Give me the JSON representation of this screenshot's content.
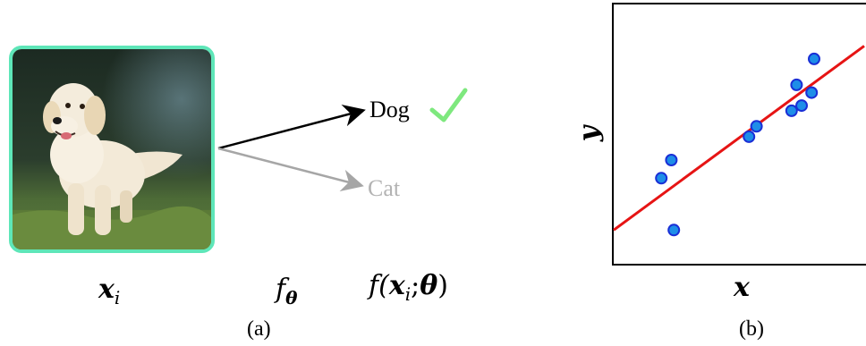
{
  "panel_a": {
    "input_symbol": {
      "base": "x",
      "sub": "i"
    },
    "function_symbol": {
      "base": "f",
      "sub": "θ"
    },
    "output_symbol": {
      "text_f": "f(",
      "x": "x",
      "sub": "i",
      "sep": ";",
      "theta": "θ",
      "close": ")"
    },
    "output_labels": [
      {
        "label": "Dog",
        "color": "#000000",
        "status": "correct"
      },
      {
        "label": "Cat",
        "color": "#b3b3b3",
        "status": "not-selected"
      }
    ],
    "checkmark_color": "#7ee87e",
    "photo_border_color": "#5ee6b8",
    "caption": "(a)"
  },
  "panel_b": {
    "caption": "(b)",
    "chart_data": {
      "type": "scatter",
      "xlabel": "x",
      "ylabel": "y",
      "xlim": [
        0,
        10
      ],
      "ylim": [
        0,
        10
      ],
      "points": [
        {
          "x": 1.9,
          "y": 3.3
        },
        {
          "x": 2.3,
          "y": 4.0
        },
        {
          "x": 2.4,
          "y": 1.3
        },
        {
          "x": 5.4,
          "y": 4.9
        },
        {
          "x": 5.7,
          "y": 5.3
        },
        {
          "x": 7.1,
          "y": 5.9
        },
        {
          "x": 7.5,
          "y": 6.1
        },
        {
          "x": 7.9,
          "y": 6.6
        },
        {
          "x": 7.3,
          "y": 6.9
        },
        {
          "x": 8.0,
          "y": 7.9
        }
      ],
      "fit_line": {
        "x0": 0,
        "y0": 1.3,
        "x1": 10,
        "y1": 8.4
      },
      "point_fill": "#1e8ee8",
      "point_stroke": "#1a2fd6",
      "line_color": "#e61414"
    }
  }
}
